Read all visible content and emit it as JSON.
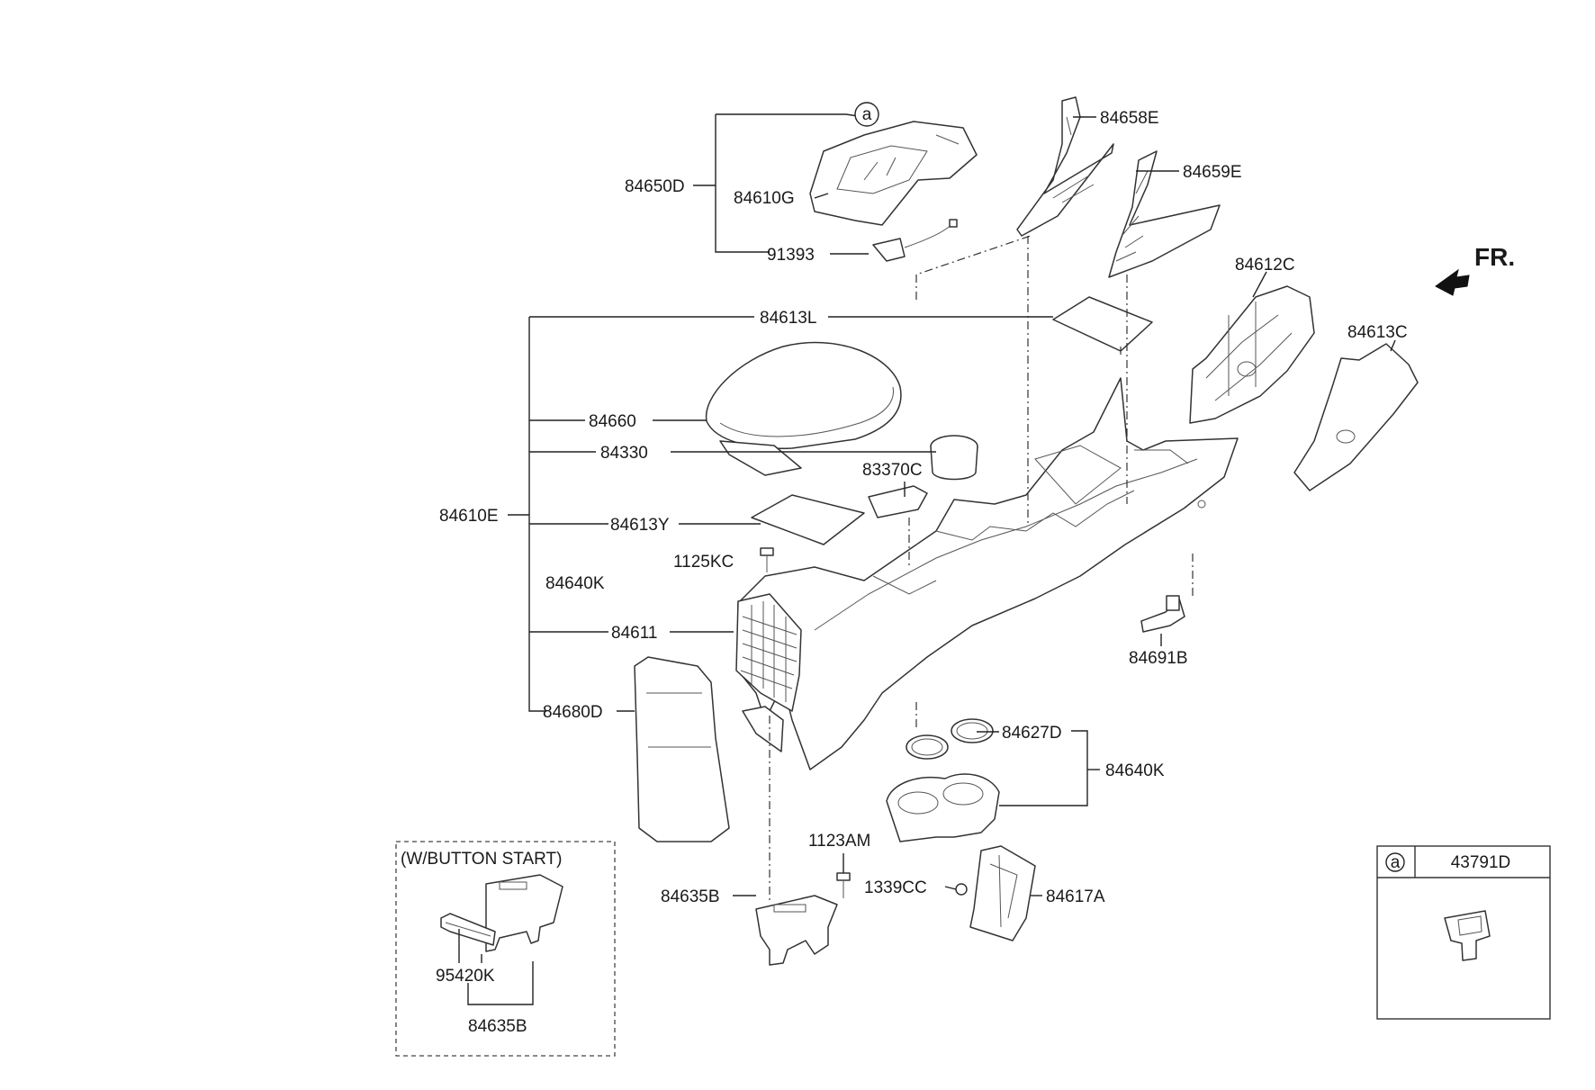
{
  "labels": {
    "p84658E": "84658E",
    "p84659E": "84659E",
    "p84650D": "84650D",
    "p84610G": "84610G",
    "p91393": "91393",
    "p84612C": "84612C",
    "p84613L": "84613L",
    "p84613C": "84613C",
    "p84660": "84660",
    "p84330": "84330",
    "p83370C": "83370C",
    "p84610E": "84610E",
    "p84613Y": "84613Y",
    "p1125KC": "1125KC",
    "p84640K_left": "84640K",
    "p84611": "84611",
    "p84691B": "84691B",
    "p84680D": "84680D",
    "p84627D": "84627D",
    "p84640K_right": "84640K",
    "p1123AM": "1123AM",
    "p84635B": "84635B",
    "p1339CC": "1339CC",
    "p84617A": "84617A",
    "p95420K": "95420K",
    "p84635B_inset": "84635B"
  },
  "front_marker": "FR.",
  "ref_letter": "a",
  "inset_title": "(W/BUTTON START)",
  "ref_box": {
    "letter": "a",
    "part": "43791D"
  },
  "icons": {
    "front_arrow": "front-arrow-icon",
    "ref_circle": "reference-circle-icon"
  },
  "colors": {
    "line": "#333333",
    "text": "#1a1a1a",
    "background": "#ffffff"
  }
}
